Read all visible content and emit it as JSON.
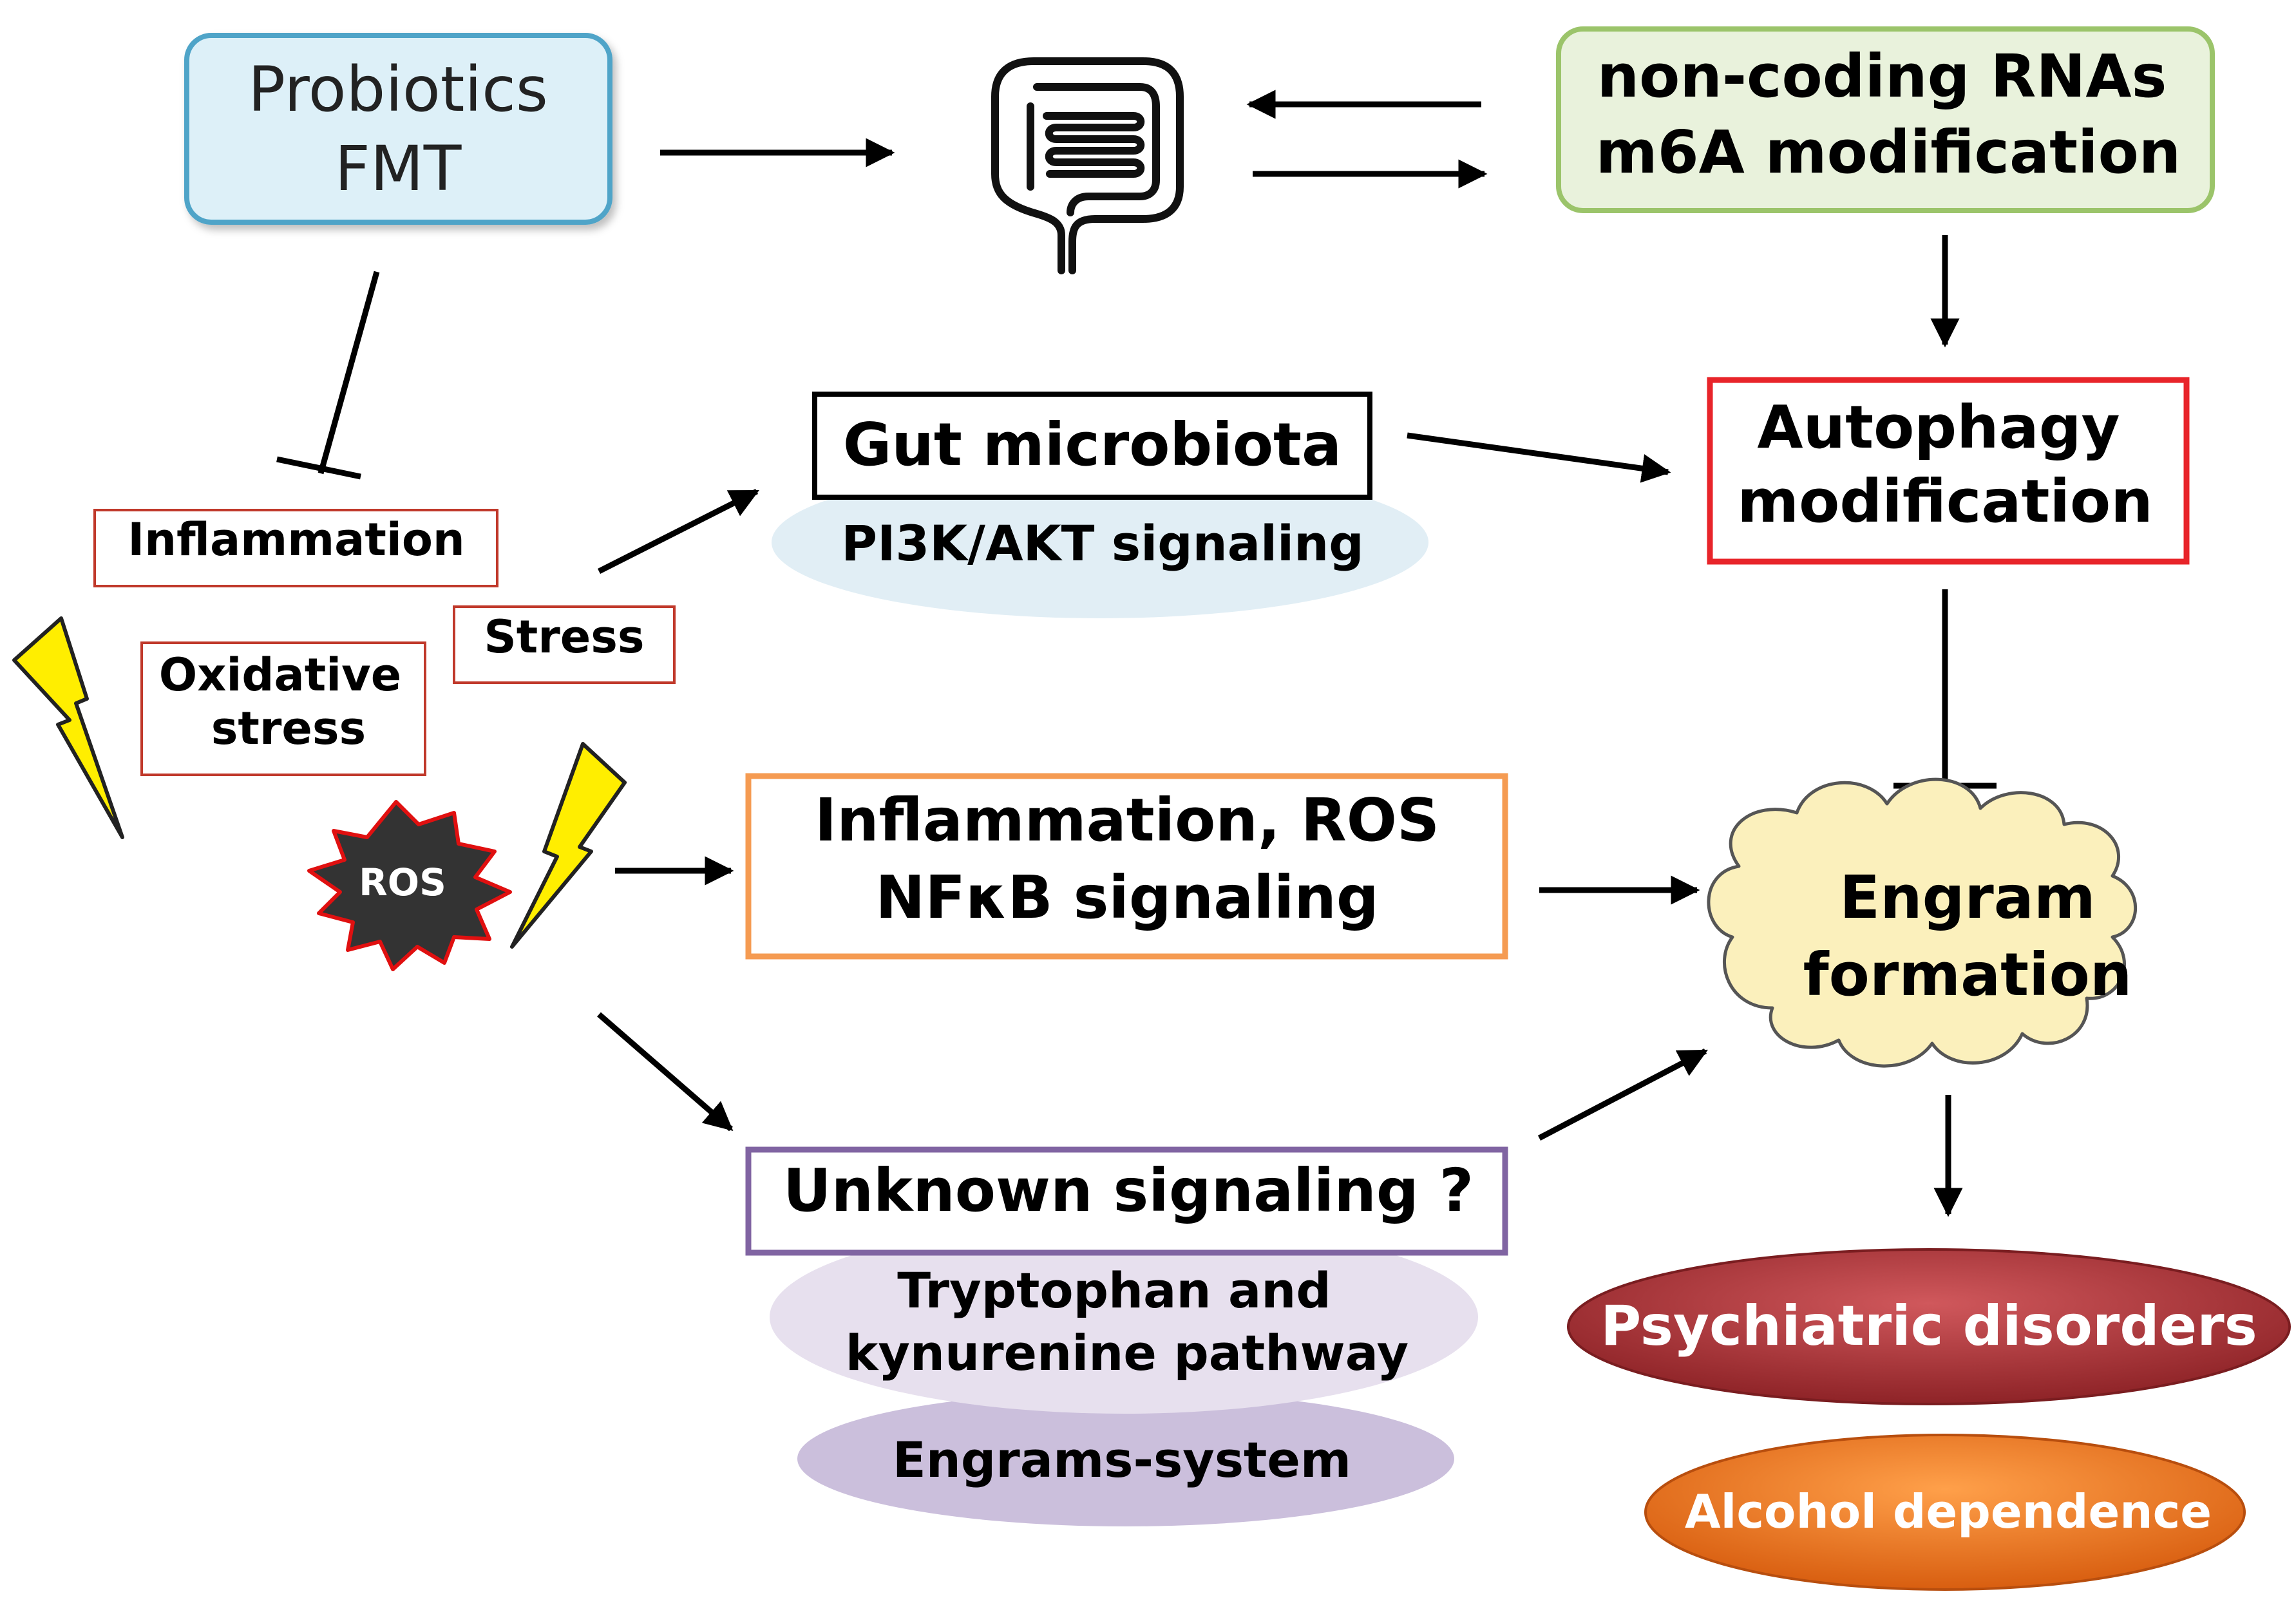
{
  "nodes": {
    "probiotics": {
      "line1": "Probiotics",
      "line2": "FMT"
    },
    "ncrna": {
      "line1": "non-coding RNAs",
      "line2": "m6A modification"
    },
    "gut_microbiota": "Gut microbiota",
    "pi3k": "PI3K/AKT signaling",
    "autophagy": {
      "line1": "Autophagy",
      "line2": "modification"
    },
    "inflammation_small": "Inflammation",
    "stress_small": "Stress",
    "oxidative_small": {
      "line1": "Oxidative",
      "line2": "stress"
    },
    "ros_burst": "ROS",
    "inflam_ros": {
      "line1": "Inflammation, ROS",
      "line2": "NFκB signaling"
    },
    "engram": {
      "line1": "Engram",
      "line2": "formation"
    },
    "unknown": "Unknown signaling ?",
    "tryptophan": {
      "line1": "Tryptophan and",
      "line2": "kynurenine pathway"
    },
    "engrams_system": "Engrams-system",
    "psychiatric": "Psychiatric disorders",
    "alcohol": "Alcohol dependence"
  },
  "colors": {
    "probiotics_fill": "#ddf0f8",
    "probiotics_border": "#4fa4c8",
    "ncrna_fill": "#e9f2dc",
    "ncrna_border": "#9bc46a",
    "autophagy_border": "#e8242a",
    "small_box_border": "#c0392b",
    "inflam_ros_border": "#f59b52",
    "unknown_border": "#8064a2",
    "pi3k_ellipse": "#e1eef5",
    "tryptophan_ellipse": "#e7e0ee",
    "engrams_ellipse": "#cbbfdc",
    "engram_cloud": "#fbf0bc",
    "psychiatric": "#b1363b",
    "alcohol": "#ef7620",
    "lightning": "#ffee00",
    "ros_burst": "#333333"
  }
}
